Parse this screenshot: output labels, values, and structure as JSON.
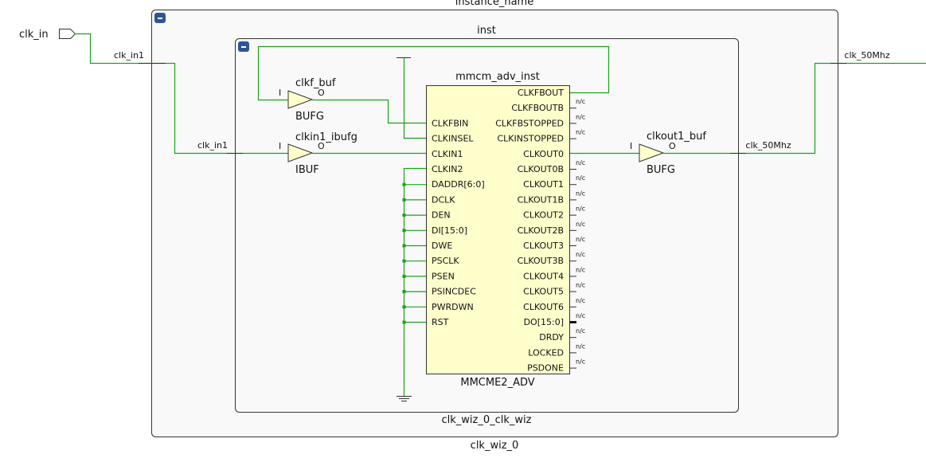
{
  "top_instance_label": "instance_name",
  "outer_block": {
    "name": "clk_wiz_0"
  },
  "inner_block": {
    "label": "inst",
    "name": "clk_wiz_0_clk_wiz"
  },
  "ports": {
    "input": "clk_in"
  },
  "nets": {
    "clk_in1_outer": "clk_in1",
    "clk_in1_inner": "clk_in1",
    "clk_50_outer": "clk_50Mhz",
    "clk_50_inner": "clk_50Mhz"
  },
  "buffers": {
    "clkf_buf": {
      "name": "clkf_buf",
      "type": "BUFG",
      "in": "I",
      "out": "O"
    },
    "clkin1_ibufg": {
      "name": "clkin1_ibufg",
      "type": "IBUF",
      "in": "I",
      "out": "O"
    },
    "clkout1_buf": {
      "name": "clkout1_buf",
      "type": "BUFG",
      "in": "I",
      "out": "O"
    }
  },
  "mmcm": {
    "instance": "mmcm_adv_inst",
    "type": "MMCME2_ADV",
    "left_pins": [
      "CLKFBIN",
      "CLKINSEL",
      "CLKIN1",
      "CLKIN2",
      "DADDR[6:0]",
      "DCLK",
      "DEN",
      "DI[15:0]",
      "DWE",
      "PSCLK",
      "PSEN",
      "PSINCDEC",
      "PWRDWN",
      "RST"
    ],
    "right_pins": [
      "CLKFBOUT",
      "CLKFBOUTB",
      "CLKFBSTOPPED",
      "CLKINSTOPPED",
      "CLKOUT0",
      "CLKOUT0B",
      "CLKOUT1",
      "CLKOUT1B",
      "CLKOUT2",
      "CLKOUT2B",
      "CLKOUT3",
      "CLKOUT3B",
      "CLKOUT4",
      "CLKOUT5",
      "CLKOUT6",
      "DO[15:0]",
      "DRDY",
      "LOCKED",
      "PSDONE"
    ],
    "nc_label": "n/c"
  },
  "collapse_symbol": "−"
}
